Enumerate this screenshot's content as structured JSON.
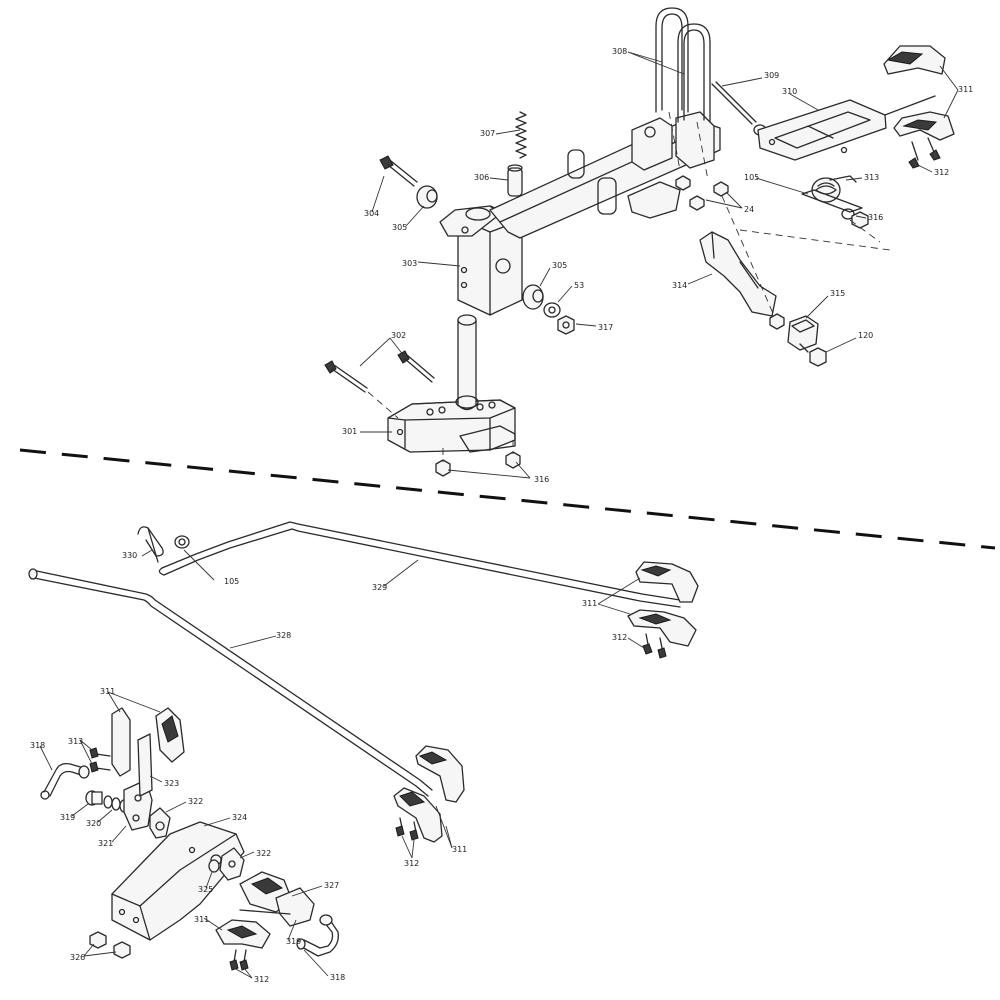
{
  "labels": {
    "c301": "301",
    "c302": "302",
    "c303": "303",
    "c304": "304",
    "c305a": "305",
    "c305b": "305",
    "c306": "306",
    "c307": "307",
    "c308": "308",
    "c309": "309",
    "c310": "310",
    "c311a": "311",
    "c312a": "312",
    "c313": "313",
    "c105a": "105",
    "c316a": "316",
    "c24": "24",
    "c53": "53",
    "c317": "317",
    "c314": "314",
    "c315": "315",
    "c120": "120",
    "c316b": "316",
    "c330": "330",
    "c105b": "105",
    "c329": "329",
    "c311b": "311",
    "c312b": "312",
    "c328": "328",
    "c311c": "311",
    "c312c": "312",
    "c311d": "311",
    "c313b": "313",
    "c318a": "318",
    "c323": "323",
    "c322a": "322",
    "c319a": "319",
    "c320": "320",
    "c321": "321",
    "c324": "324",
    "c322b": "322",
    "c325": "325",
    "c327": "327",
    "c311e": "311",
    "c319b": "319",
    "c326": "326",
    "c312d": "312",
    "c318b": "318"
  }
}
